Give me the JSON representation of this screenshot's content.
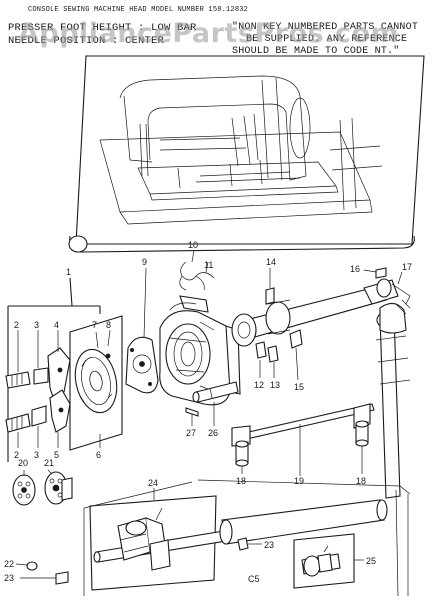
{
  "header": {
    "title": "CONSOLE SEWING MACHINE HEAD MODEL NUMBER 158.12832",
    "line1": "PRESSER FOOT HEIGHT : LOW BAR",
    "line2": "NEEDLE POSITION : CENTER",
    "note1": "\"NON KEY NUMBERED PARTS CANNOT",
    "note2": "BE SUPPLIED. ANY REFERENCE",
    "note3": "SHOULD BE MADE TO CODE NT.\""
  },
  "watermark": "AppliancePartsPros.com",
  "callouts": [
    "1",
    "2",
    "3",
    "4",
    "5",
    "6",
    "7",
    "8",
    "9",
    "10",
    "11",
    "12",
    "13",
    "14",
    "15",
    "16",
    "17",
    "18",
    "19",
    "20",
    "21",
    "22",
    "23",
    "24",
    "25",
    "26",
    "27"
  ],
  "code": "C5",
  "colors": {
    "ink": "#1a1a1a",
    "paper": "#ffffff",
    "watermark": "#969696"
  }
}
